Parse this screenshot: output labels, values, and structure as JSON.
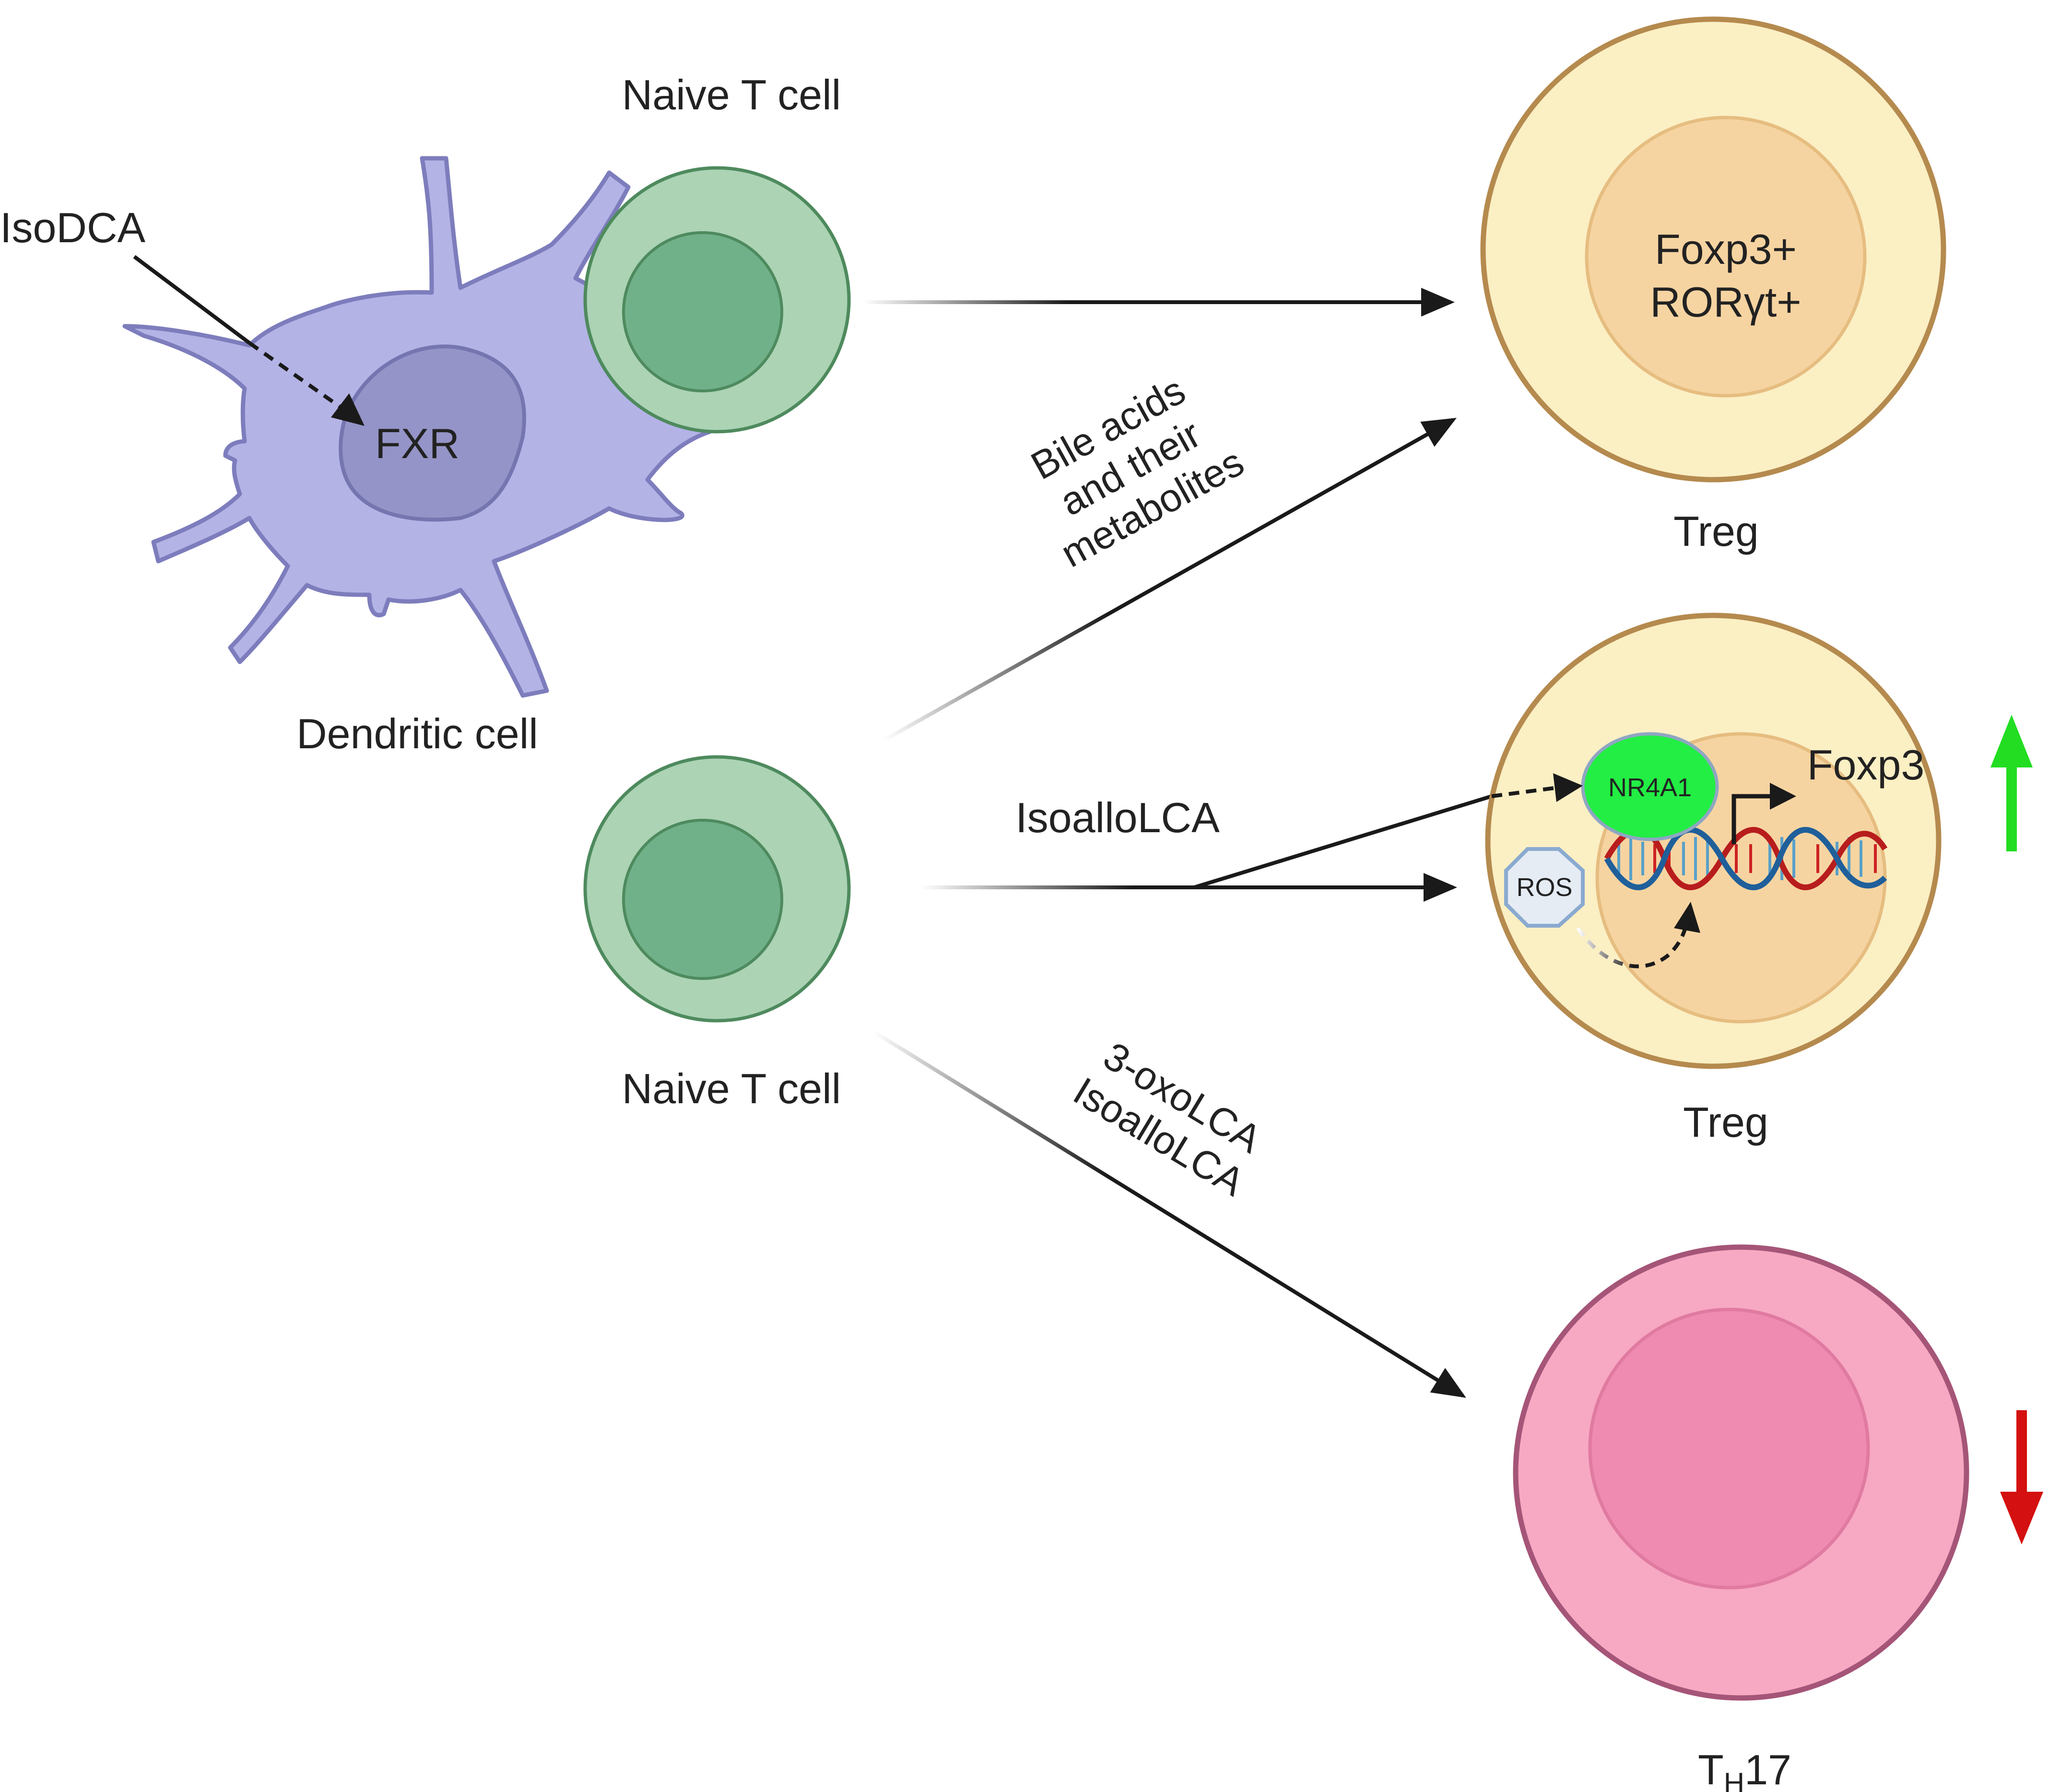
{
  "labels": {
    "naive_t_cell_top": "Naive T cell",
    "naive_t_cell_bottom": "Naive T cell",
    "dendritic_cell": "Dendritic cell",
    "isodca": "IsoDCA",
    "fxr": "FXR",
    "treg_top": "Treg",
    "treg_mid": "Treg",
    "th17_main": "T",
    "th17_sub": "H",
    "th17_num": "17",
    "foxp3_plus": "Foxp3+",
    "rorgt_plus": "RORγt+",
    "bile_line1": "Bile acids",
    "bile_line2": "and their",
    "bile_line3": "metabolites",
    "isoallolca": "IsoalloLCA",
    "oxo_line1": "3-oxoLCA",
    "oxo_line2": "IsoalloLCA",
    "nr4a1": "NR4A1",
    "ros": "ROS",
    "foxp3": "Foxp3"
  },
  "colors": {
    "dendritic_body": "#b3b3e6",
    "dendritic_nucleus": "#9494c8",
    "naive_outer": "#abd3b4",
    "naive_inner": "#70b18a",
    "treg_outer": "#fbefc4",
    "treg_inner": "#f6d4a1",
    "th17_outer": "#f7a8c2",
    "th17_inner": "#ef8bb1",
    "nr4a1": "#22ee44",
    "up_arrow": "#22dd22",
    "down_arrow": "#d41010"
  },
  "indicators": {
    "treg_change": "up-arrow",
    "th17_change": "down-arrow"
  }
}
